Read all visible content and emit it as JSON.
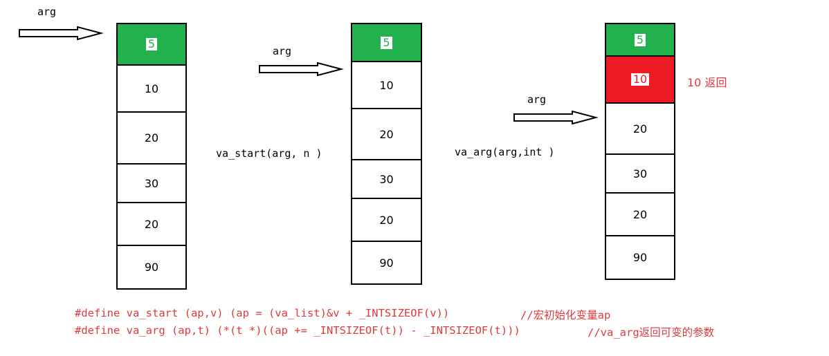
{
  "stacks": [
    {
      "pointer_label": "arg",
      "cells": [
        "5",
        "10",
        "20",
        "30",
        "20",
        "90"
      ]
    },
    {
      "pointer_label": "arg",
      "cells": [
        "5",
        "10",
        "20",
        "30",
        "20",
        "90"
      ]
    },
    {
      "pointer_label": "arg",
      "cells": [
        "5",
        "10",
        "20",
        "30",
        "20",
        "90"
      ]
    }
  ],
  "operations": {
    "va_start_call": "va_start(arg, n )",
    "va_arg_call": "va_arg(arg,int )"
  },
  "return_note": "10 返回",
  "code_lines": {
    "line1_code": "#define va_start (ap,v) (ap = (va_list)&v + _INTSIZEOF(v))",
    "line1_comment": "//宏初始化变量ap",
    "line2_code": "#define va_arg (ap,t) (*(t *)((ap += _INTSIZEOF(t)) - _INTSIZEOF(t)))",
    "line2_comment": "//va_arg返回可变的参数"
  },
  "colors": {
    "highlight_green": "#22b14c",
    "highlight_red": "#ed1c24",
    "code_text": "#e0393c"
  }
}
